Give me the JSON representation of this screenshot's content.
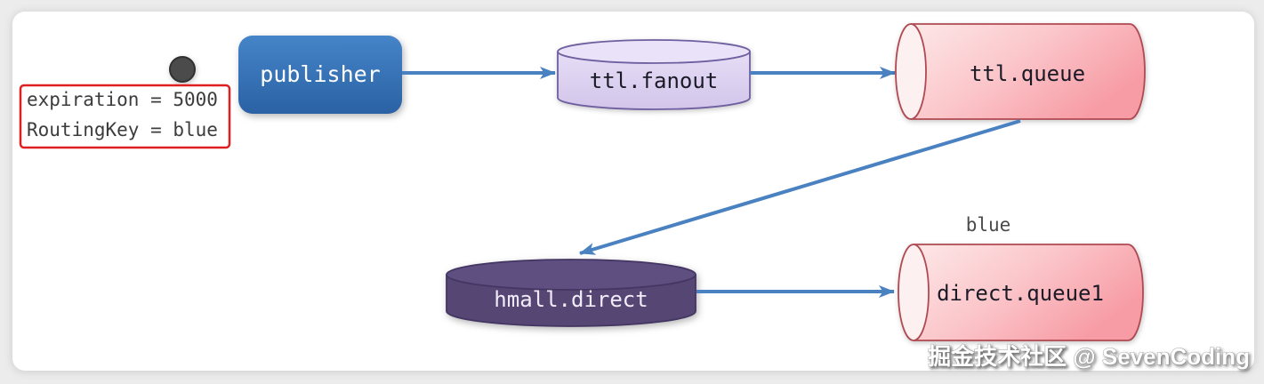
{
  "diagram": {
    "message": {
      "dot": "message-dot",
      "properties": {
        "line1": "expiration = 5000",
        "line2": "RoutingKey = blue"
      }
    },
    "nodes": {
      "publisher": "publisher",
      "ttl_fanout_exchange": "ttl.fanout",
      "ttl_queue": "ttl.queue",
      "hmall_direct_exchange": "hmall.direct",
      "direct_queue1": "direct.queue1"
    },
    "labels": {
      "binding_key": "blue"
    },
    "watermark": "掘金技术社区 @ SevenCoding",
    "colors": {
      "arrow": "#4a81c1",
      "publisher_fill": "#326fb3",
      "fanout_fill": "#ded3f0",
      "fanout_border": "#6f5fa0",
      "queue_fill": "#f9a3ab",
      "queue_border": "#b04a52",
      "direct_exchange_fill": "#564673",
      "annotation_border": "#e02020",
      "card_background": "#ffffff",
      "page_background": "#ececec"
    }
  }
}
